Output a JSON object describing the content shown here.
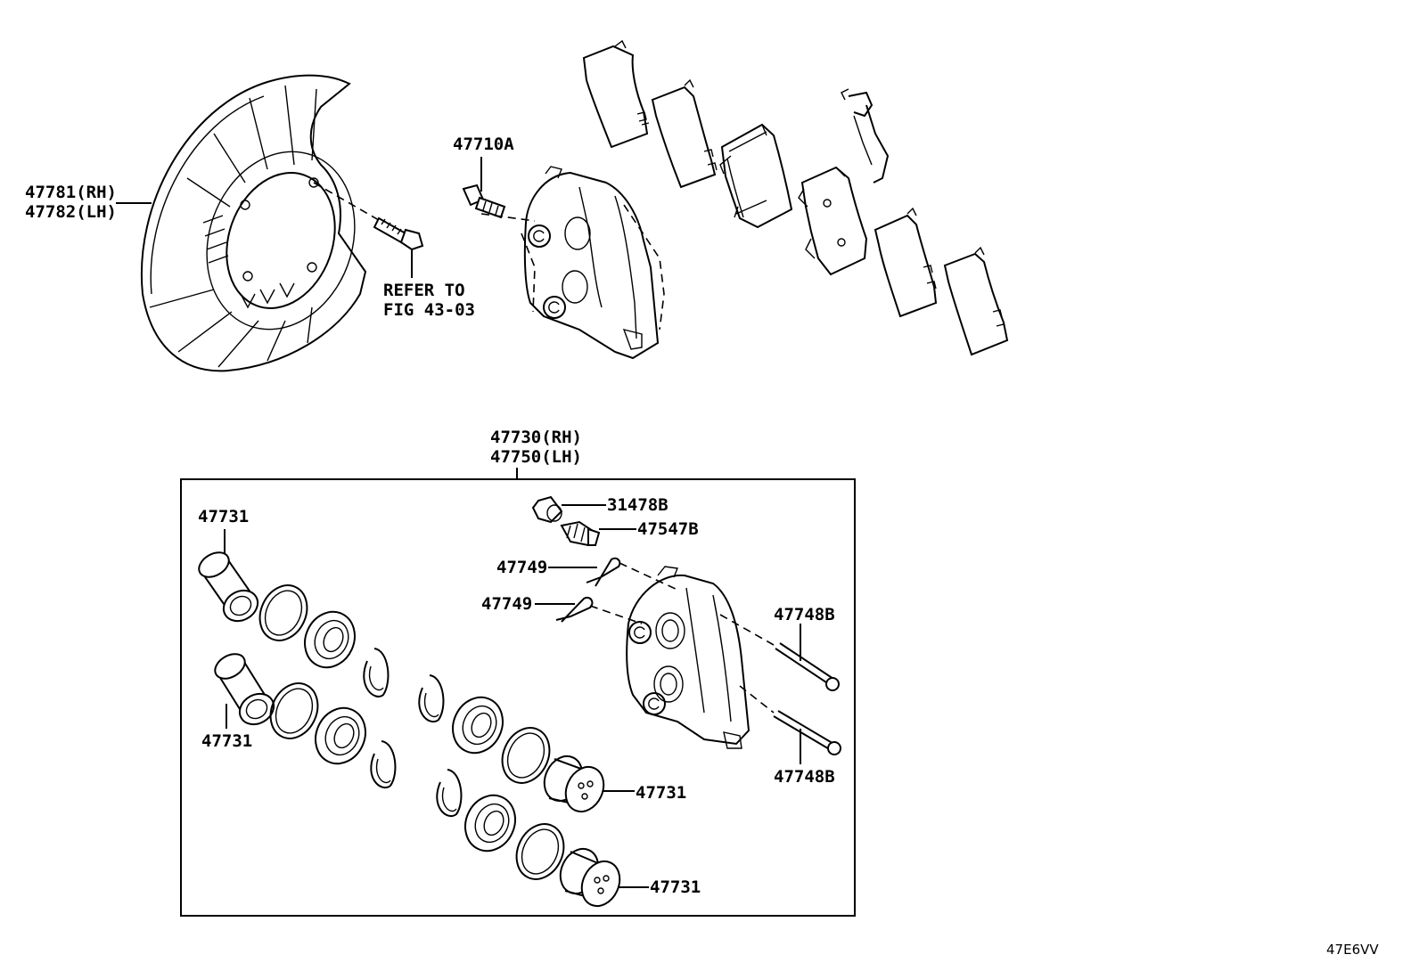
{
  "labels": {
    "shield_rh": "47781(RH)",
    "shield_lh": "47782(LH)",
    "bolt": "47710A",
    "refer_1": "REFER TO",
    "refer_2": "FIG 43-03",
    "caliper_rh": "47730(RH)",
    "caliper_lh": "47750(LH)",
    "bleeder_cap": "31478B",
    "bleeder_plug": "47547B",
    "clip_upper": "47749",
    "clip_lower": "47749",
    "pin_upper": "47748B",
    "pin_lower": "47748B",
    "piston_top_left": "47731",
    "piston_mid_left": "47731",
    "piston_right_upper": "47731",
    "piston_right_lower": "47731",
    "diagram_code": "47E6VV"
  }
}
